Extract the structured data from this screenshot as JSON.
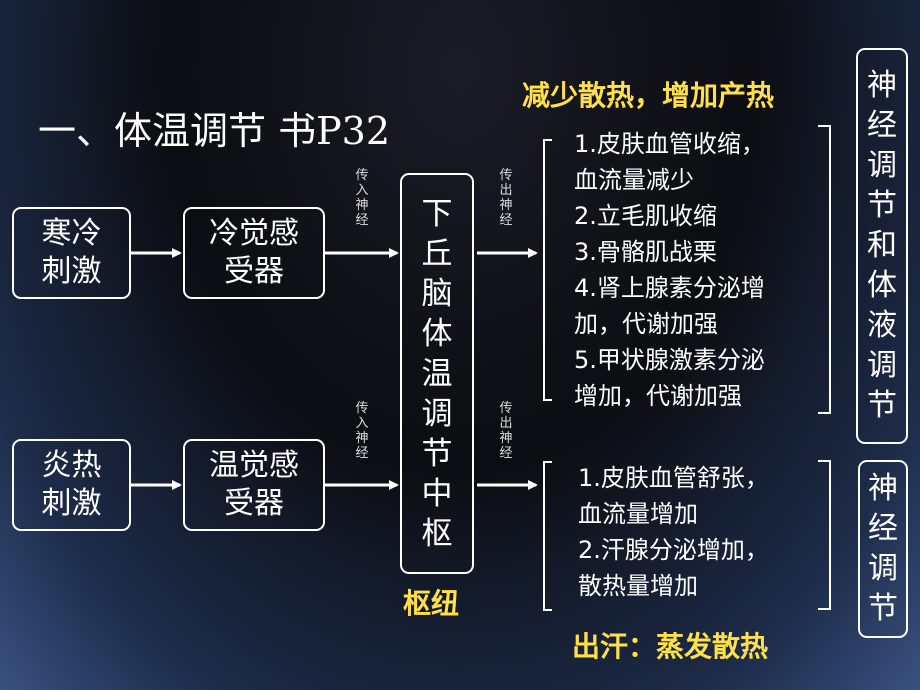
{
  "title": "一、体温调节 书P32",
  "cold": {
    "stimulus": [
      "寒冷",
      "刺激"
    ],
    "receptor": [
      "冷觉感",
      "受器"
    ],
    "afferent": [
      "传",
      "入",
      "神",
      "经"
    ],
    "efferent": [
      "传",
      "出",
      "神",
      "经"
    ],
    "heading": "减少散热，增加产热",
    "responses": [
      "1.皮肤血管收缩，",
      "血流量减少",
      "2.立毛肌收缩",
      "3.骨骼肌战栗",
      "4.肾上腺素分泌增",
      "加，代谢加强",
      "5.甲状腺激素分泌",
      "增加，代谢加强"
    ],
    "regulation": [
      "神",
      "经",
      "调",
      "节",
      "和",
      "体",
      "液",
      "调",
      "节"
    ]
  },
  "hot": {
    "stimulus": [
      "炎热",
      "刺激"
    ],
    "receptor": [
      "温觉感",
      "受器"
    ],
    "afferent": [
      "传",
      "入",
      "神",
      "经"
    ],
    "efferent": [
      "传",
      "出",
      "神",
      "经"
    ],
    "responses": [
      "1.皮肤血管舒张，",
      "血流量增加",
      "2.汗腺分泌增加，",
      "散热量增加"
    ],
    "footer": "出汗：蒸发散热",
    "regulation": [
      "神",
      "经",
      "调",
      "节"
    ]
  },
  "center": {
    "chars": [
      "下",
      "丘",
      "脑",
      "体",
      "温",
      "调",
      "节",
      "中",
      "枢"
    ],
    "label": "枢纽"
  }
}
